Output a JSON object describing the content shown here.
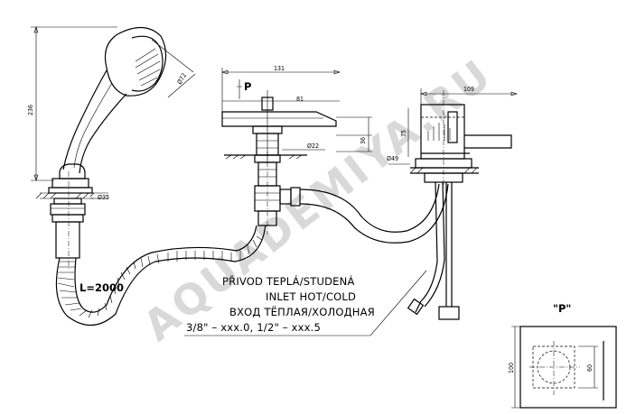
{
  "watermark": "AQUADEMIYA.RU",
  "dimensions": {
    "shower_height": "236",
    "shower_head_dia": "Ø72",
    "shower_hole_dia": "Ø35",
    "hose_length": "L=2000",
    "spout_width": "131",
    "spout_reach": "81",
    "spout_height": "36",
    "spout_hole_dia": "Ø22",
    "mixer_width": "109",
    "mixer_height": "75",
    "mixer_hole_dia": "Ø49",
    "spout_view_label": "P"
  },
  "inlet_note": {
    "line1": "PŘIVOD TEPLÁ/STUDENÁ",
    "line2": "INLET HOT/COLD",
    "line3": "ВХОД ТЁПЛАЯ/ХОЛОДНАЯ",
    "line4": "3/8\" – xxx.0, 1/2\" – xxx.5"
  },
  "detail_view": {
    "title": "\"P\"",
    "outer_size": "100",
    "inner_size": "60"
  }
}
